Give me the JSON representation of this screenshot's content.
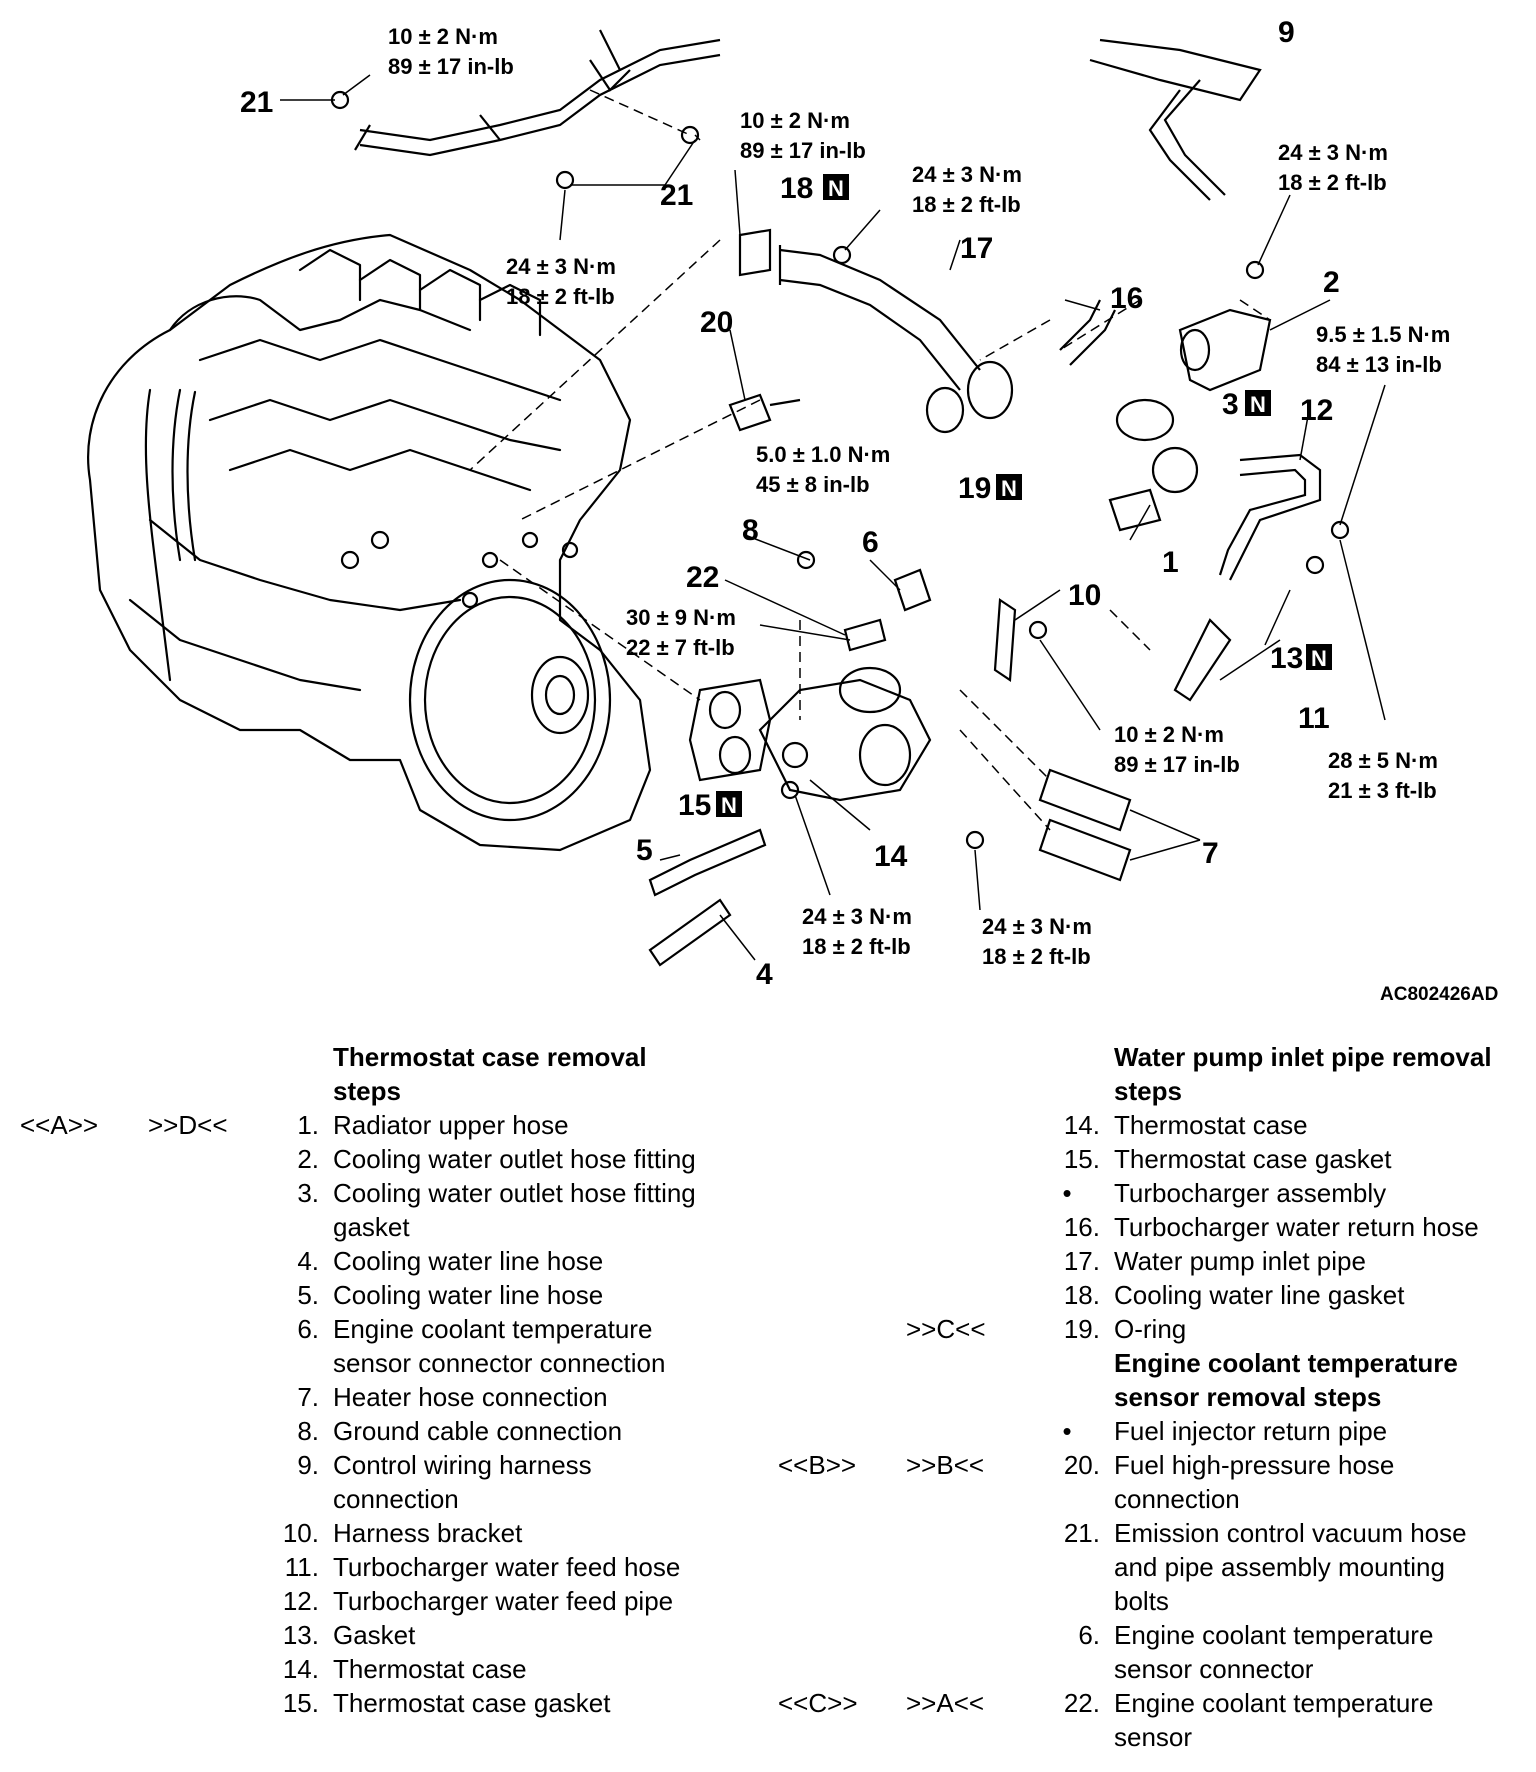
{
  "figure_code": "AC802426AD",
  "diagram": {
    "callouts": [
      "1",
      "2",
      "3",
      "4",
      "5",
      "6",
      "7",
      "8",
      "9",
      "10",
      "11",
      "12",
      "13",
      "14",
      "15",
      "16",
      "17",
      "18",
      "19",
      "20",
      "21",
      "22"
    ],
    "new_part_mark": "N",
    "torques": {
      "t21_top_nm": "10 ± 2 N·m",
      "t21_top_in": "89 ± 17 in-lb",
      "t21_right_nm": "10 ± 2 N·m",
      "t21_right_in": "89 ± 17 in-lb",
      "t21_low_nm": "24 ± 3 N·m",
      "t21_low_ft": "18 ± 2 ft-lb",
      "t17_nm": "24 ± 3 N·m",
      "t17_ft": "18 ± 2 ft-lb",
      "t2_nm": "24 ± 3 N·m",
      "t2_ft": "18 ± 2 ft-lb",
      "t12_nm": "9.5 ± 1.5 N·m",
      "t12_in": "84 ± 13 in-lb",
      "t8_nm": "5.0 ± 1.0 N·m",
      "t8_in": "45 ± 8 in-lb",
      "t22_nm": "30 ± 9 N·m",
      "t22_ft": "22 ± 7 ft-lb",
      "t10_nm": "10 ± 2 N·m",
      "t10_in": "89 ± 17 in-lb",
      "t13_nm": "28 ± 5 N·m",
      "t13_ft": "21 ± 3 ft-lb",
      "t14a_nm": "24 ± 3 N·m",
      "t14a_ft": "18 ± 2 ft-lb",
      "t14b_nm": "24 ± 3 N·m",
      "t14b_ft": "18 ± 2 ft-lb"
    }
  },
  "legend": {
    "left": {
      "heading_line1": "Thermostat case removal",
      "heading_line2": "steps",
      "items": [
        {
          "c1": "<<A>>",
          "c2": ">>D<<",
          "num": "1.",
          "text": "Radiator upper hose"
        },
        {
          "c1": "",
          "c2": "",
          "num": "2.",
          "text": "Cooling water outlet hose fitting"
        },
        {
          "c1": "",
          "c2": "",
          "num": "3.",
          "text": "Cooling water outlet hose fitting"
        },
        {
          "c1": "",
          "c2": "",
          "num": "",
          "text": "gasket"
        },
        {
          "c1": "",
          "c2": "",
          "num": "4.",
          "text": "Cooling water line hose"
        },
        {
          "c1": "",
          "c2": "",
          "num": "5.",
          "text": "Cooling water line hose"
        },
        {
          "c1": "",
          "c2": "",
          "num": "6.",
          "text": "Engine coolant temperature"
        },
        {
          "c1": "",
          "c2": "",
          "num": "",
          "text": "sensor connector connection"
        },
        {
          "c1": "",
          "c2": "",
          "num": "7.",
          "text": "Heater hose connection"
        },
        {
          "c1": "",
          "c2": "",
          "num": "8.",
          "text": "Ground cable connection"
        },
        {
          "c1": "",
          "c2": "",
          "num": "9.",
          "text": "Control wiring harness"
        },
        {
          "c1": "",
          "c2": "",
          "num": "",
          "text": "connection"
        },
        {
          "c1": "",
          "c2": "",
          "num": "10.",
          "text": "Harness bracket"
        },
        {
          "c1": "",
          "c2": "",
          "num": "11.",
          "text": "Turbocharger water feed hose"
        },
        {
          "c1": "",
          "c2": "",
          "num": "12.",
          "text": "Turbocharger water feed pipe"
        },
        {
          "c1": "",
          "c2": "",
          "num": "13.",
          "text": "Gasket"
        },
        {
          "c1": "",
          "c2": "",
          "num": "14.",
          "text": "Thermostat case"
        },
        {
          "c1": "",
          "c2": "",
          "num": "15.",
          "text": "Thermostat case gasket"
        }
      ]
    },
    "right": {
      "heading_line1": "Water pump inlet pipe removal",
      "heading_line2": "steps",
      "items": [
        {
          "c1": "",
          "c2": "",
          "num": "14.",
          "text": "Thermostat case"
        },
        {
          "c1": "",
          "c2": "",
          "num": "15.",
          "text": "Thermostat case gasket"
        },
        {
          "c1": "",
          "c2": "",
          "num": "•",
          "text": "Turbocharger assembly"
        },
        {
          "c1": "",
          "c2": "",
          "num": "16.",
          "text": "Turbocharger water return hose"
        },
        {
          "c1": "",
          "c2": "",
          "num": "17.",
          "text": "Water pump inlet pipe"
        },
        {
          "c1": "",
          "c2": "",
          "num": "18.",
          "text": "Cooling water line gasket"
        },
        {
          "c1": "",
          "c2": ">>C<<",
          "num": "19.",
          "text": "O-ring"
        }
      ],
      "heading2_line1": "Engine coolant temperature",
      "heading2_line2": "sensor removal steps",
      "items2": [
        {
          "c1": "",
          "c2": "",
          "num": "•",
          "text": "Fuel injector return pipe"
        },
        {
          "c1": "<<B>>",
          "c2": ">>B<<",
          "num": "20.",
          "text": "Fuel high-pressure hose"
        },
        {
          "c1": "",
          "c2": "",
          "num": "",
          "text": "connection"
        },
        {
          "c1": "",
          "c2": "",
          "num": "21.",
          "text": "Emission control vacuum hose"
        },
        {
          "c1": "",
          "c2": "",
          "num": "",
          "text": "and pipe assembly mounting"
        },
        {
          "c1": "",
          "c2": "",
          "num": "",
          "text": "bolts"
        },
        {
          "c1": "",
          "c2": "",
          "num": "6.",
          "text": "Engine coolant temperature"
        },
        {
          "c1": "",
          "c2": "",
          "num": "",
          "text": "sensor connector"
        },
        {
          "c1": "<<C>>",
          "c2": ">>A<<",
          "num": "22.",
          "text": "Engine coolant temperature"
        },
        {
          "c1": "",
          "c2": "",
          "num": "",
          "text": "sensor"
        }
      ]
    }
  }
}
